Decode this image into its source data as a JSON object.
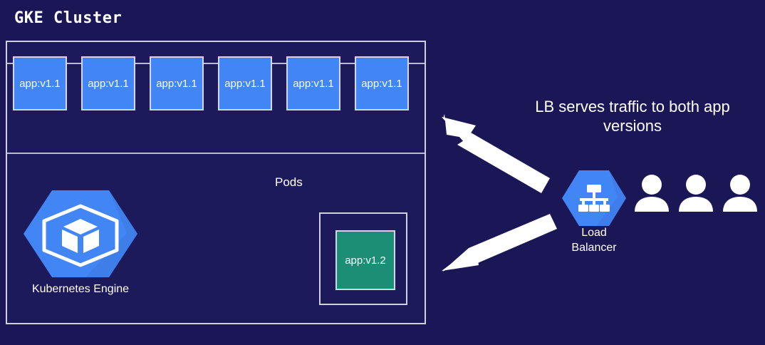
{
  "diagram": {
    "title": "GKE Cluster",
    "pods_label": "Pods",
    "annotation_line1": "LB serves traffic to both app",
    "annotation_line2": "versions",
    "colors": {
      "background": "#1b1757",
      "cluster_fill": "#1d1a5c",
      "border": "#cfcfe0",
      "pod_v1_blue": "#4285f4",
      "pod_v2_green": "#1c8e75",
      "gcp_hex_blue": "#4285f4",
      "arrow_white": "#ffffff",
      "text_white": "#ffffff"
    },
    "pods_v1": [
      {
        "label": "app:v1.1"
      },
      {
        "label": "app:v1.1"
      },
      {
        "label": "app:v1.1"
      },
      {
        "label": "app:v1.1"
      },
      {
        "label": "app:v1.1"
      },
      {
        "label": "app:v1.1"
      }
    ],
    "pod_v2": {
      "label": "app:v1.2"
    },
    "kubernetes_engine": {
      "label": "Kubernetes Engine",
      "icon": "kubernetes-engine-hexagon-icon"
    },
    "load_balancer": {
      "label_line1": "Load",
      "label_line2": "Balancer",
      "icon": "load-balancer-hexagon-icon"
    },
    "users": [
      {
        "icon": "user-icon"
      },
      {
        "icon": "user-icon"
      },
      {
        "icon": "user-icon"
      }
    ],
    "arrows": [
      {
        "name": "arrow-lb-to-v1-pods",
        "direction": "up-left"
      },
      {
        "name": "arrow-lb-to-v2-pod",
        "direction": "down-left"
      }
    ]
  }
}
